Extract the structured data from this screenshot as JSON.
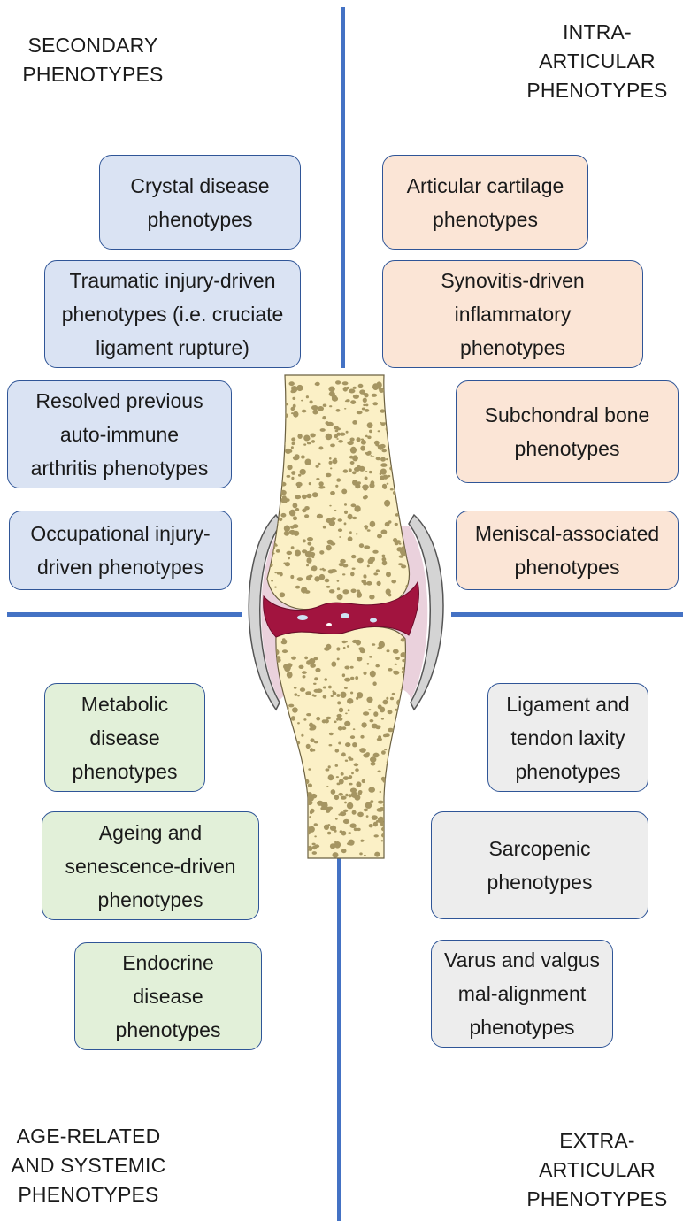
{
  "colors": {
    "divider": "#4472c4",
    "box_border": "#2f5597",
    "secondary_fill": "#dae3f3",
    "intra_articular_fill": "#fbe5d6",
    "age_related_fill": "#e2f0d9",
    "extra_articular_fill": "#ededed",
    "bone_fill": "#fbf0c6",
    "bone_pores": "#a59562",
    "inflamed_tissue": "#a2143f",
    "capsule": "#d4d4d4",
    "synovium": "#ead1dc"
  },
  "quadrants": {
    "secondary": {
      "title": "SECONDARY\nPHENOTYPES",
      "boxes": [
        "Crystal disease\nphenotypes",
        "Traumatic injury-driven\nphenotypes (i.e. cruciate\nligament rupture)",
        "Resolved previous\nauto-immune\narthritis phenotypes",
        "Occupational injury-\ndriven phenotypes"
      ]
    },
    "intra_articular": {
      "title": "INTRA-\nARTICULAR\nPHENOTYPES",
      "boxes": [
        "Articular cartilage\nphenotypes",
        "Synovitis-driven\ninflammatory\nphenotypes",
        "Subchondral bone\nphenotypes",
        "Meniscal-associated\nphenotypes"
      ]
    },
    "age_related": {
      "title": "AGE-RELATED\nAND SYSTEMIC\nPHENOTYPES",
      "boxes": [
        "Metabolic\ndisease\nphenotypes",
        "Ageing and\nsenescence-driven\nphenotypes",
        "Endocrine\ndisease\nphenotypes"
      ]
    },
    "extra_articular": {
      "title": "EXTRA-\nARTICULAR\nPHENOTYPES",
      "boxes": [
        "Ligament and\ntendon laxity\nphenotypes",
        "Sarcopenic\nphenotypes",
        "Varus and valgus\nmal-alignment\nphenotypes"
      ]
    }
  }
}
